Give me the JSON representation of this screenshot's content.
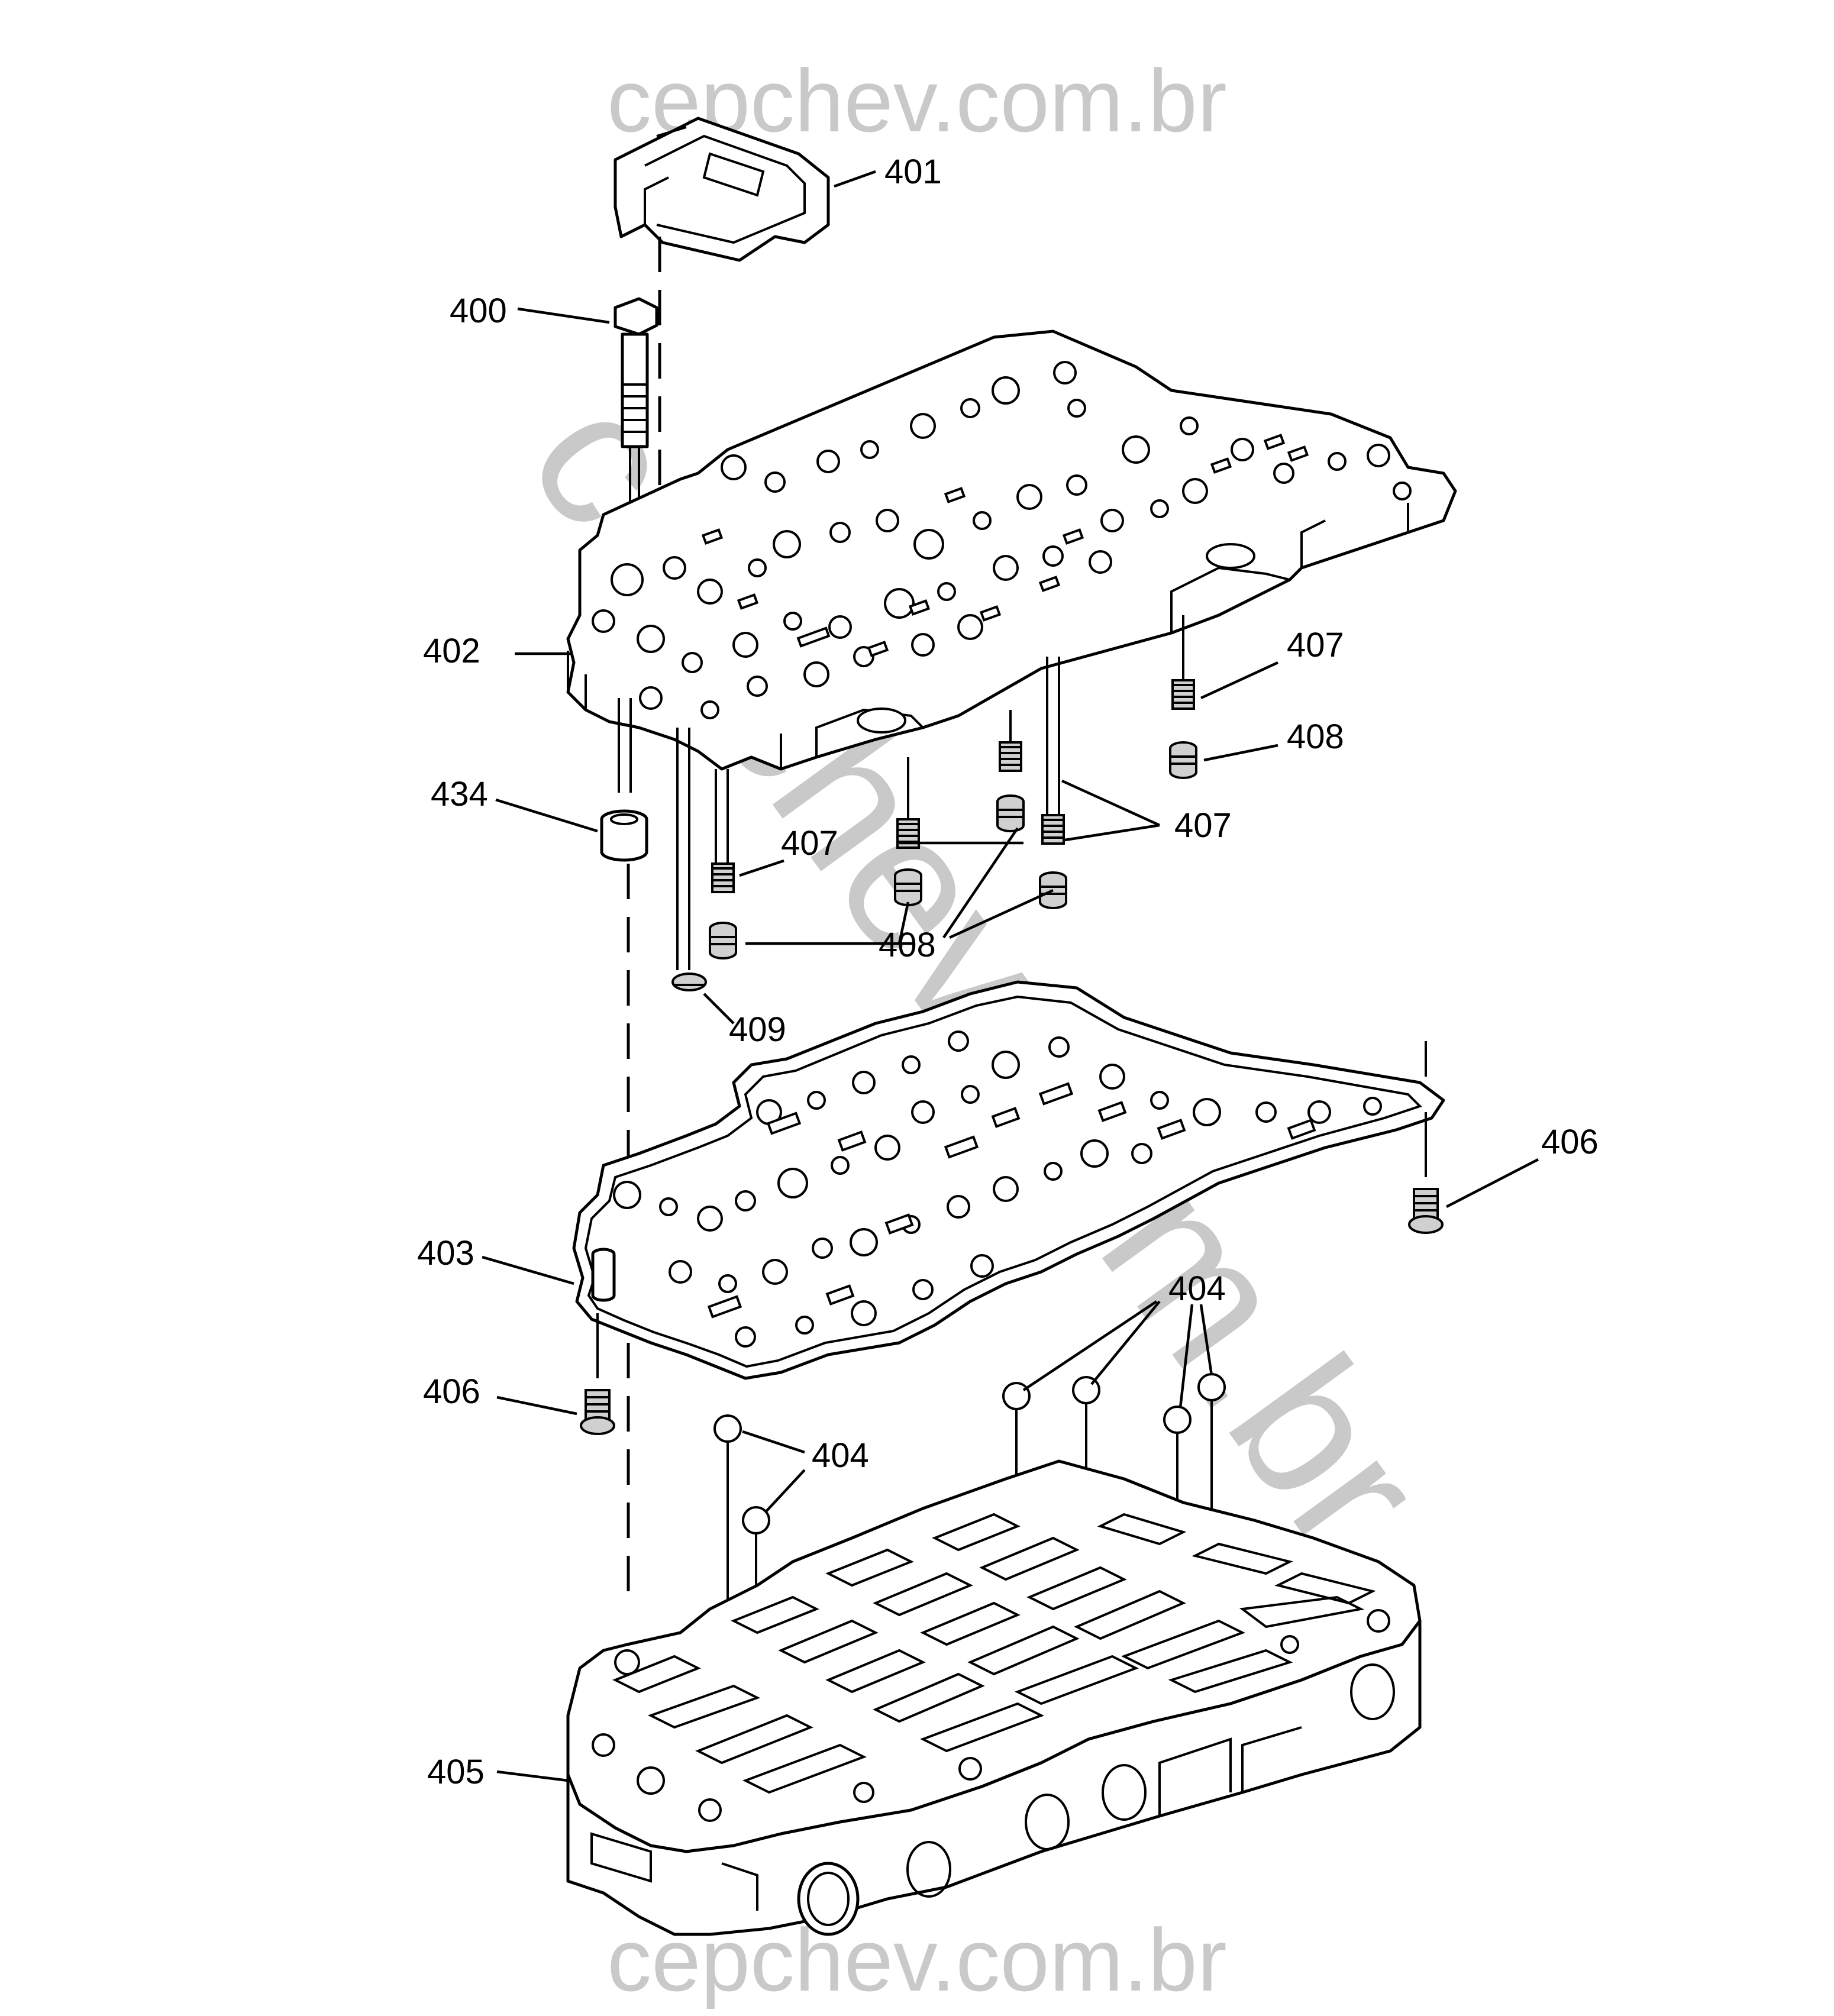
{
  "watermark": {
    "top": "cepchev.com.br",
    "bottom": "cepchev.com.br",
    "diagonal": "cepchev.com.br",
    "color": "#c9c9c9"
  },
  "callouts": [
    {
      "id": "c401",
      "label": "401"
    },
    {
      "id": "c400",
      "label": "400"
    },
    {
      "id": "c402",
      "label": "402"
    },
    {
      "id": "c407a",
      "label": "407"
    },
    {
      "id": "c408a",
      "label": "408"
    },
    {
      "id": "c434",
      "label": "434"
    },
    {
      "id": "c407b",
      "label": "407"
    },
    {
      "id": "c407c",
      "label": "407"
    },
    {
      "id": "c408b",
      "label": "408"
    },
    {
      "id": "c409",
      "label": "409"
    },
    {
      "id": "c406a",
      "label": "406"
    },
    {
      "id": "c403",
      "label": "403"
    },
    {
      "id": "c404a",
      "label": "404"
    },
    {
      "id": "c406b",
      "label": "406"
    },
    {
      "id": "c404b",
      "label": "404"
    },
    {
      "id": "c405",
      "label": "405"
    }
  ]
}
